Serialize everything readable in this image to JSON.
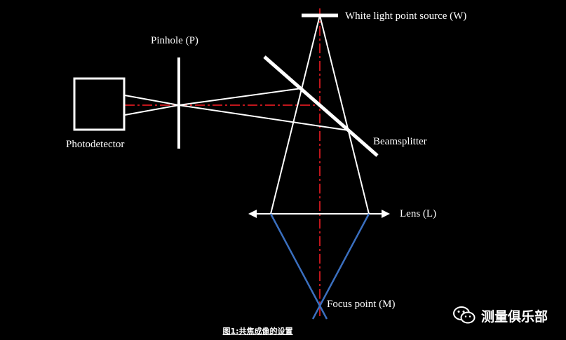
{
  "labels": {
    "source": "White light point source (W)",
    "pinhole": "Pinhole (P)",
    "photodetector": "Photodetector",
    "beamsplitter": "Beamsplitter",
    "lens": "Lens (L)",
    "focus": "Focus point (M)"
  },
  "caption": "图1:共焦成像的设置",
  "watermark": {
    "text": "测量俱乐部",
    "icon": "wechat-icon"
  },
  "colors": {
    "background": "#000000",
    "beam": "#ffffff",
    "axis": "#c0161c",
    "focus_cone": "#3a6fbf"
  }
}
